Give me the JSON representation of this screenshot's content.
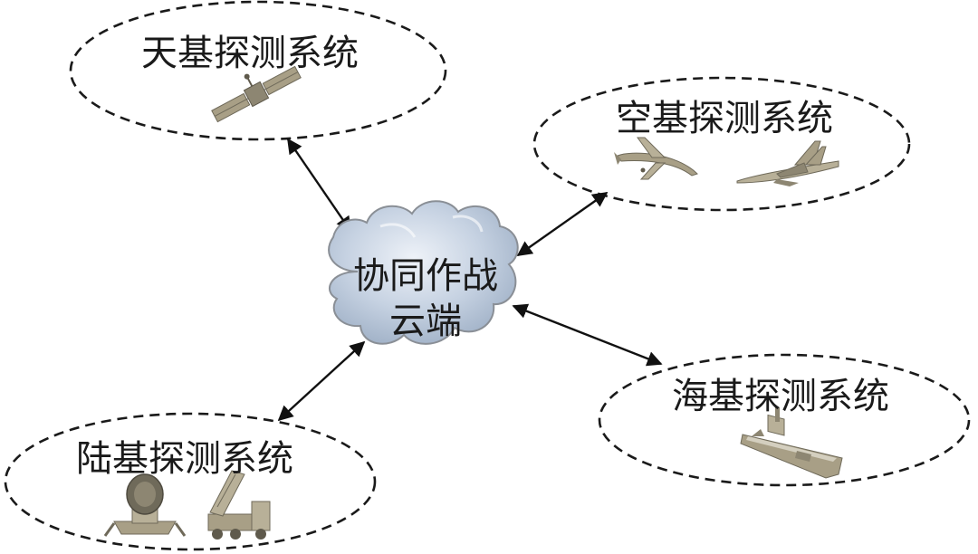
{
  "center": {
    "line1": "协同作战",
    "line2": "云端"
  },
  "nodes": {
    "space": {
      "label": "天基探测系统",
      "icon": "satellite-icon"
    },
    "air": {
      "label": "空基探测系统",
      "icons": [
        "drone-icon",
        "fighter-jet-icon"
      ]
    },
    "sea": {
      "label": "海基探测系统",
      "icon": "warship-icon"
    },
    "land": {
      "label": "陆基探测系统",
      "icons": [
        "radar-icon",
        "missile-launcher-icon"
      ]
    }
  },
  "colors": {
    "ellipse_stroke": "#1a1a1a",
    "arrow": "#111111",
    "cloud_fill": "#b8c6d8",
    "cloud_highlight": "#e6ecf4",
    "cloud_stroke": "#8a8f96",
    "icon_fill": "#a89f86",
    "icon_dark": "#6f6a5a"
  }
}
